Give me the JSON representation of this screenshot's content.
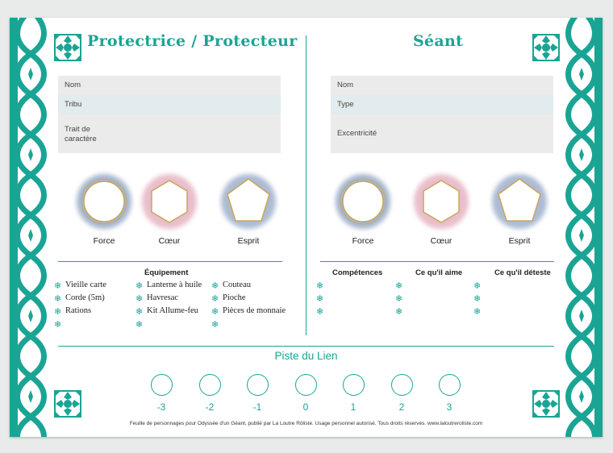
{
  "left": {
    "title": "Protectrice / Protecteur",
    "fields": [
      "Nom",
      "Tribu",
      "Trait de caractère"
    ],
    "stats": [
      "Force",
      "Cœur",
      "Esprit"
    ],
    "equipment_title": "Équipement",
    "equipment": [
      [
        "Vieille carte",
        "Corde (5m)",
        "Rations",
        ""
      ],
      [
        "Lanterne à huile",
        "Havresac",
        "Kit Allume-feu",
        ""
      ],
      [
        "Couteau",
        "Pioche",
        "Pièces de monnaie",
        ""
      ]
    ]
  },
  "right": {
    "title": "Séant",
    "fields": [
      "Nom",
      "Type",
      "Excentricité"
    ],
    "stats": [
      "Force",
      "Cœur",
      "Esprit"
    ],
    "columns": [
      "Compétences",
      "Ce qu'il aime",
      "Ce qu'il déteste"
    ]
  },
  "track": {
    "title": "Piste du Lien",
    "values": [
      "-3",
      "-2",
      "-1",
      "0",
      "1",
      "2",
      "3"
    ]
  },
  "footer": "Feuille de personnages pour Odyssée d'un Géant, publié par La Loutre Rôliste. Usage personnel autorisé. Tous droits réservés. www.laloutreroliste.com",
  "colors": {
    "accent": "#1aa494",
    "field_grey": "#ecebeb",
    "field_blue": "#e2ebed"
  },
  "icons": {
    "bullet": "snowflake-icon",
    "corner": "mosaic-tile-icon"
  }
}
